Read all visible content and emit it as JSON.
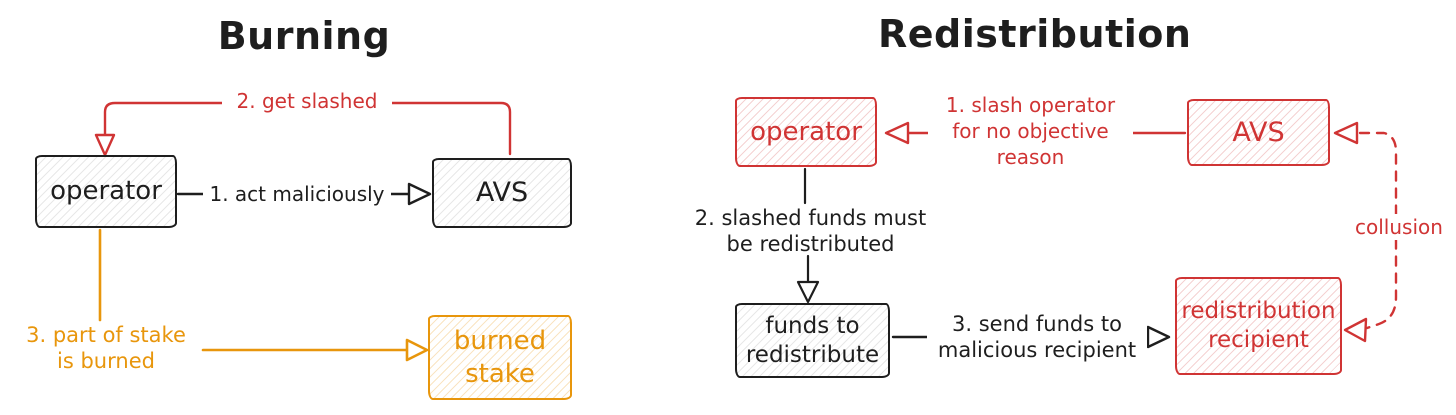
{
  "colors": {
    "ink": "#1e1e1e",
    "red": "#d03434",
    "orange": "#e8960c",
    "background": "#ffffff"
  },
  "burning": {
    "title": "Burning",
    "nodes": {
      "operator": {
        "label": "operator"
      },
      "avs": {
        "label": "AVS"
      },
      "burned_stake": {
        "lines": [
          "burned",
          "stake"
        ]
      }
    },
    "edges": {
      "act_maliciously": {
        "label": "1. act maliciously"
      },
      "get_slashed": {
        "label": "2. get slashed"
      },
      "part_burned": {
        "lines": [
          "3. part of stake",
          "is burned"
        ]
      }
    }
  },
  "redistribution": {
    "title": "Redistribution",
    "nodes": {
      "operator": {
        "label": "operator"
      },
      "avs": {
        "label": "AVS"
      },
      "funds": {
        "lines": [
          "funds to",
          "redistribute"
        ]
      },
      "recipient": {
        "lines": [
          "redistribution",
          "recipient"
        ]
      }
    },
    "edges": {
      "slash_operator": {
        "lines": [
          "1. slash operator",
          "for no objective",
          "reason"
        ]
      },
      "must_redistribute": {
        "lines": [
          "2. slashed funds must",
          "be redistributed"
        ]
      },
      "send_funds": {
        "lines": [
          "3. send funds to",
          "malicious recipient"
        ]
      },
      "collusion": {
        "label": "collusion"
      }
    }
  }
}
